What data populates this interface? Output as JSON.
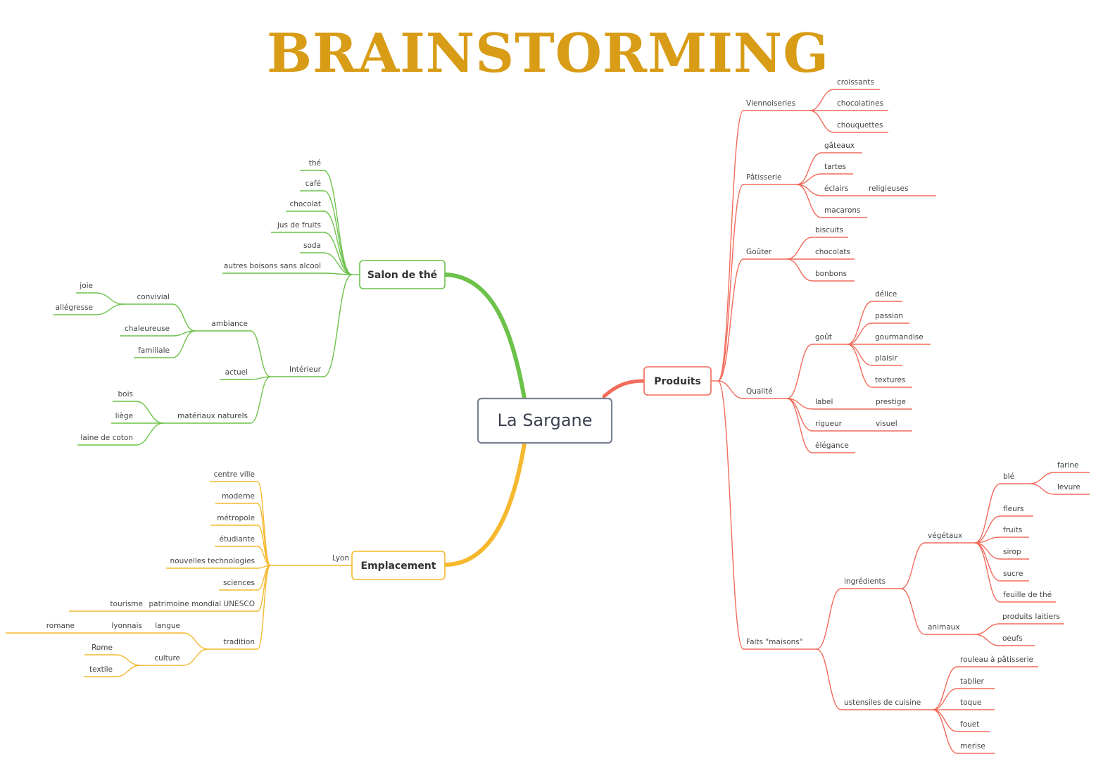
{
  "title": "BRAINSTORMING",
  "colors": {
    "title": "#d89c16",
    "salon": "#6cc24a",
    "emplacement": "#f5b82e",
    "produits": "#f26b5b",
    "central_border": "#7a8193"
  },
  "central": {
    "label": "La Sargane"
  },
  "branches": {
    "salon": {
      "label": "Salon de thé",
      "items": [
        "thé",
        "café",
        "chocolat",
        "jus de fruits",
        "soda",
        "autres boisons sans alcool"
      ],
      "interieur": {
        "label": "Intérieur",
        "ambiance": {
          "label": "ambiance",
          "convivial": {
            "label": "convivial",
            "items": [
              "joie",
              "allégresse"
            ]
          },
          "items": [
            "chaleureuse",
            "familiale"
          ]
        },
        "actuel": "actuel",
        "materiaux": {
          "label": "matériaux naturels",
          "items": [
            "bois",
            "liège",
            "laine de coton"
          ]
        }
      }
    },
    "emplacement": {
      "label": "Emplacement",
      "lyon": {
        "label": "Lyon",
        "items": [
          "centre ville",
          "moderne",
          "métropole",
          "étudiante",
          "nouvelles technologies",
          "sciences"
        ],
        "unesco": {
          "label": "patrimoine mondial UNESCO",
          "child": "tourisme"
        },
        "tradition": {
          "label": "tradition",
          "langue": {
            "label": "langue",
            "lyonnais": "lyonnais",
            "romane": "romane"
          },
          "culture": {
            "label": "culture",
            "items": [
              "Rome",
              "textile"
            ]
          }
        }
      }
    },
    "produits": {
      "label": "Produits",
      "viennoiseries": {
        "label": "Viennoiseries",
        "items": [
          "croissants",
          "chocolatines",
          "chouquettes"
        ]
      },
      "patisserie": {
        "label": "Pâtisserie",
        "items": [
          "gâteaux",
          "tartes",
          "éclairs",
          "macarons"
        ],
        "eclairs_child": "religieuses"
      },
      "gouter": {
        "label": "Goûter",
        "items": [
          "biscuits",
          "chocolats",
          "bonbons"
        ]
      },
      "qualite": {
        "label": "Qualité",
        "gout": {
          "label": "goût",
          "items": [
            "délice",
            "passion",
            "gourmandise",
            "plaisir",
            "textures"
          ]
        },
        "label_node": {
          "label": "label",
          "child": "prestige"
        },
        "rigueur": {
          "label": "rigueur",
          "child": "visuel"
        },
        "elegance": "élégance"
      },
      "faits_maisons": {
        "label": "Faits \"maisons\"",
        "ingredients": {
          "label": "ingrédients",
          "vegetaux": {
            "label": "végétaux",
            "ble": {
              "label": "blé",
              "items": [
                "farine",
                "levure"
              ]
            },
            "items": [
              "fleurs",
              "fruits",
              "sirop",
              "sucre",
              "feuille de thé"
            ]
          },
          "animaux": {
            "label": "animaux",
            "items": [
              "produits laitiers",
              "oeufs"
            ]
          }
        },
        "ustensiles": {
          "label": "ustensiles de cuisine",
          "items": [
            "rouleau à pâtisserie",
            "tablier",
            "toque",
            "fouet",
            "merise"
          ]
        }
      }
    }
  }
}
